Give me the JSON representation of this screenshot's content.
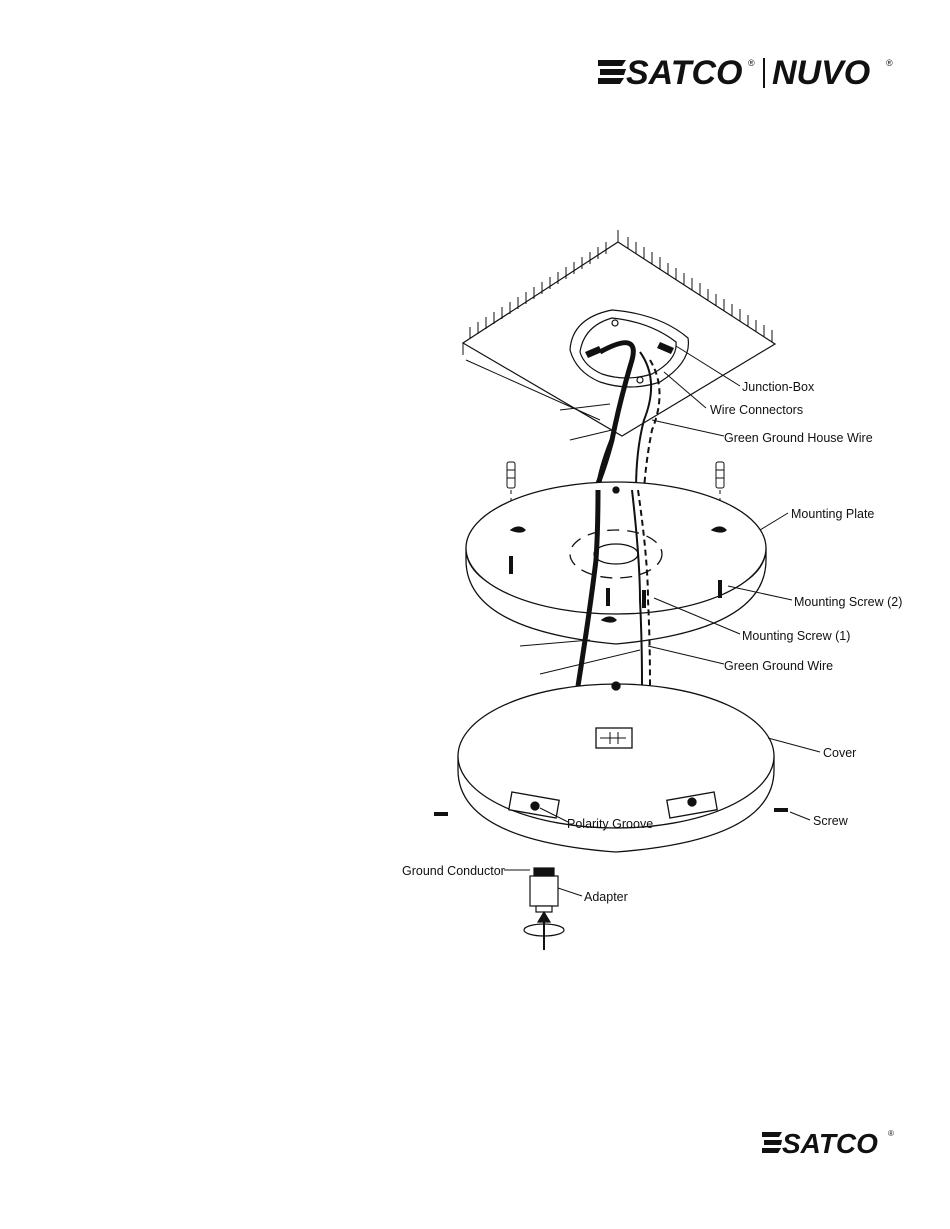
{
  "logos": {
    "top_brand1": "SATCO",
    "top_brand2": "NUVO",
    "registered": "®",
    "bottom_brand": "SATCO"
  },
  "labels": {
    "junction_box": "Junction-Box",
    "wire_connectors": "Wire Connectors",
    "green_ground_house_wire": "Green Ground House Wire",
    "mounting_plate": "Mounting Plate",
    "mounting_screw_2": "Mounting Screw (2)",
    "mounting_screw_1": "Mounting Screw (1)",
    "green_ground_wire": "Green Ground Wire",
    "cover": "Cover",
    "screw": "Screw",
    "polarity_groove": "Polarity Groove",
    "ground_conductor": "Ground Conductor",
    "adapter": "Adapter"
  },
  "colors": {
    "ink": "#111111",
    "paper": "#ffffff"
  }
}
